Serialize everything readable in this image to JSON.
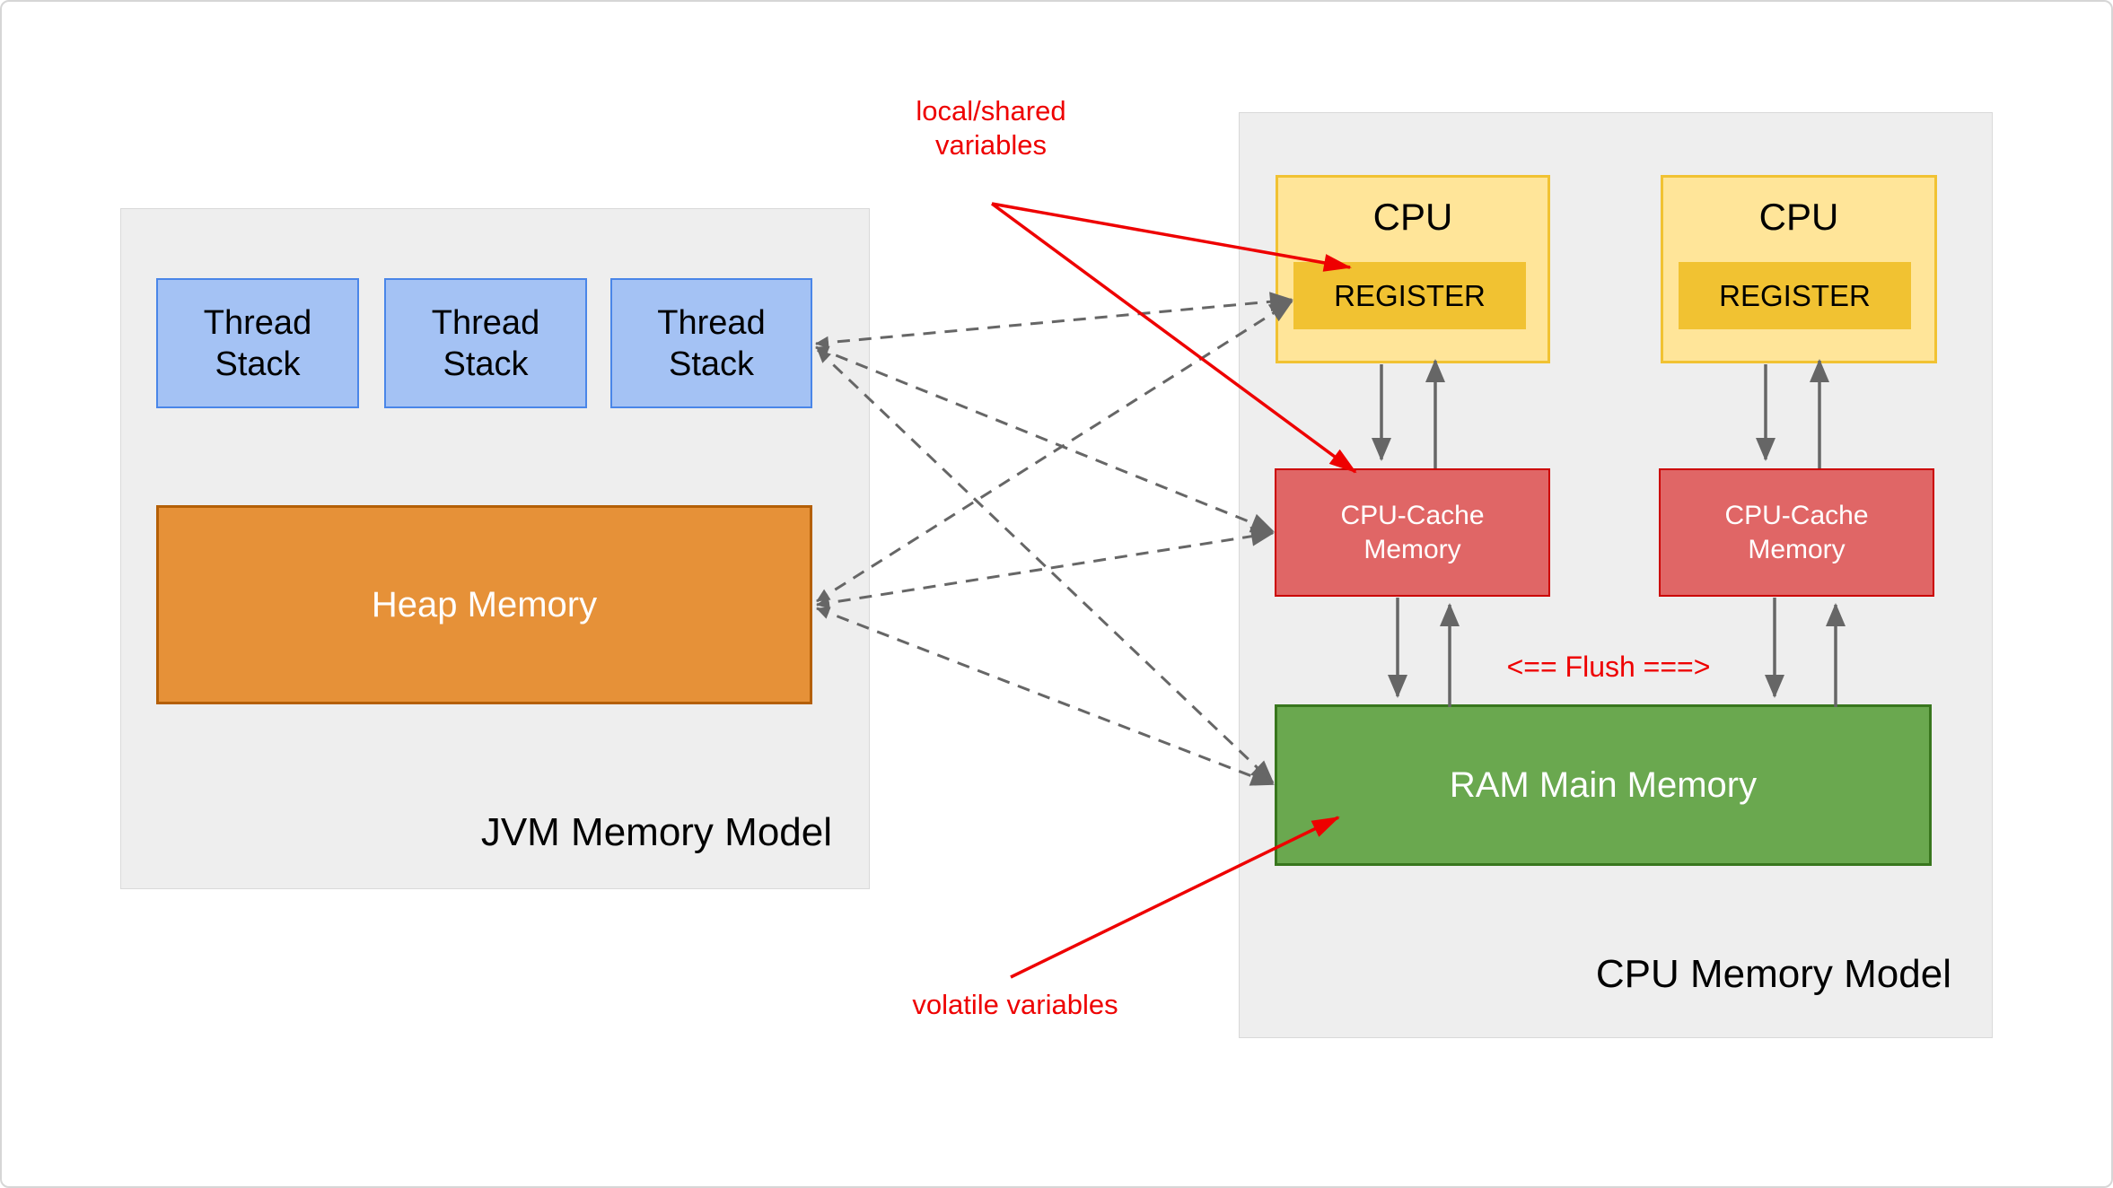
{
  "diagram": {
    "jvm_panel": {
      "title": "JVM Memory Model",
      "thread_stacks": [
        {
          "label": "Thread Stack"
        },
        {
          "label": "Thread Stack"
        },
        {
          "label": "Thread Stack"
        }
      ],
      "heap_label": "Heap Memory"
    },
    "cpu_panel": {
      "title": "CPU Memory Model",
      "cpus": [
        {
          "label": "CPU",
          "register_label": "REGISTER",
          "cache_label": "CPU-Cache Memory"
        },
        {
          "label": "CPU",
          "register_label": "REGISTER",
          "cache_label": "CPU-Cache Memory"
        }
      ],
      "ram_label": "RAM Main Memory",
      "flush_label": "<== Flush ===>"
    },
    "annotations": {
      "local_shared_line1": "local/shared",
      "local_shared_line2": "variables",
      "volatile_label": "volatile variables"
    },
    "colors": {
      "panel_fill": "#eeeeee",
      "panel_border": "#d9d9d9",
      "thread_stack_fill": "#a4c2f4",
      "thread_stack_border": "#4a86e8",
      "heap_fill": "#e69138",
      "heap_border": "#b45f06",
      "cpu_fill": "#ffe599",
      "cpu_border": "#f1c232",
      "register_fill": "#f1c232",
      "cache_fill": "#e06666",
      "cache_border": "#cc0000",
      "ram_fill": "#6aa84f",
      "ram_border": "#38761d",
      "arrow_gray": "#666666",
      "annotation_red": "#ee0000"
    }
  }
}
